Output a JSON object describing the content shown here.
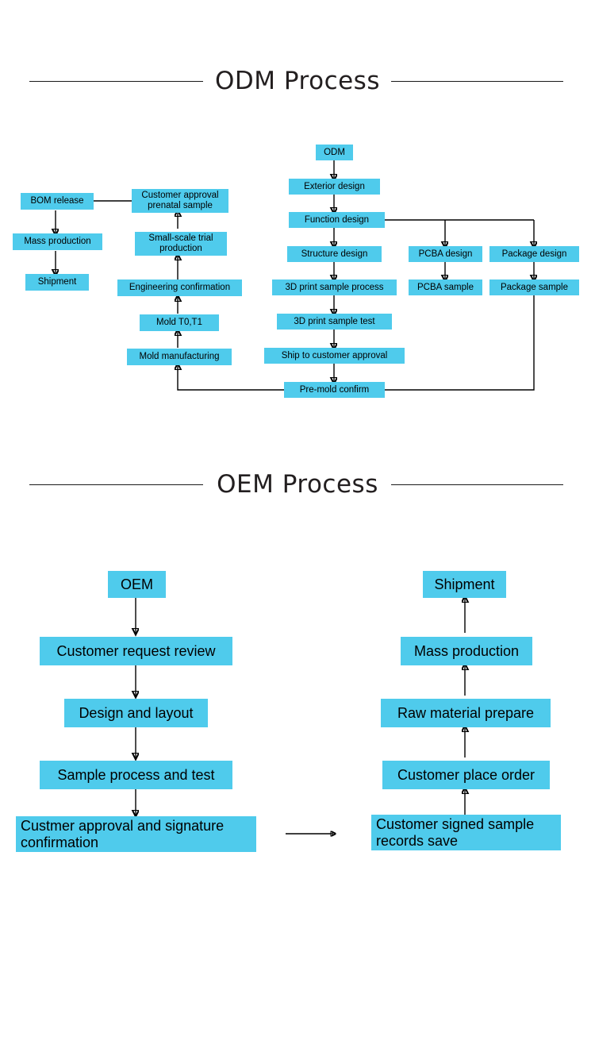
{
  "page": {
    "background": "#ffffff",
    "node_fill": "#4FCBEC",
    "line_color": "#000000"
  },
  "sections": [
    {
      "id": "odm",
      "title": "ODM Process"
    },
    {
      "id": "oem",
      "title": "OEM Process"
    }
  ],
  "odm": {
    "title": "ODM Process",
    "nodes": {
      "bom_release": "BOM release",
      "mass_production": "Mass production",
      "shipment": "Shipment",
      "customer_approval_prenatal_sample": "Customer approval\nprenatal sample",
      "small_scale_trial_production": "Small-scale trial\nproduction",
      "engineering_confirmation": "Engineering confirmation",
      "mold_t0_t1": "Mold T0,T1",
      "mold_manufacturing": "Mold manufacturing",
      "odm": "ODM",
      "exterior_design": "Exterior design",
      "function_design": "Function design",
      "structure_design": "Structure design",
      "print_sample_process": "3D print sample process",
      "print_sample_test": "3D print sample test",
      "ship_to_customer_approval": "Ship to customer approval",
      "pre_mold_confirm": "Pre-mold confirm",
      "pcba_design": "PCBA design",
      "pcba_sample": "PCBA sample",
      "package_design": "Package design",
      "package_sample": "Package sample"
    }
  },
  "oem": {
    "title": "OEM Process",
    "left_column": {
      "oem": "OEM",
      "customer_request_review": "Customer request review",
      "design_and_layout": "Design and layout",
      "sample_process_and_test": "Sample process and test",
      "customer_approval_signature": "Custmer approval and signature confirmation"
    },
    "right_column": {
      "customer_signed_sample_records": "Customer signed sample records save",
      "customer_place_order": "Customer place order",
      "raw_material_prepare": "Raw material prepare",
      "mass_production": "Mass production",
      "shipment": "Shipment"
    }
  },
  "chart_data": {
    "type": "diagram",
    "title": "ODM Process / OEM Process flowcharts",
    "diagrams": [
      {
        "name": "ODM Process",
        "nodes": [
          "ODM",
          "Exterior design",
          "Function design",
          "Structure design",
          "3D print sample process",
          "3D print sample test",
          "Ship to customer approval",
          "Pre-mold confirm",
          "PCBA design",
          "PCBA sample",
          "Package design",
          "Package sample",
          "Mold manufacturing",
          "Mold T0,T1",
          "Engineering confirmation",
          "Small-scale trial production",
          "Customer approval prenatal sample",
          "BOM release",
          "Mass production",
          "Shipment"
        ],
        "edges": [
          [
            "ODM",
            "Exterior design"
          ],
          [
            "Exterior design",
            "Function design"
          ],
          [
            "Function design",
            "Structure design"
          ],
          [
            "Function design",
            "PCBA design"
          ],
          [
            "Function design",
            "Package design"
          ],
          [
            "PCBA design",
            "PCBA sample"
          ],
          [
            "Package design",
            "Package sample"
          ],
          [
            "Structure design",
            "3D print sample process"
          ],
          [
            "3D print sample process",
            "3D print sample test"
          ],
          [
            "3D print sample test",
            "Ship to customer approval"
          ],
          [
            "Ship to customer approval",
            "Pre-mold confirm"
          ],
          [
            "Package sample",
            "Pre-mold confirm"
          ],
          [
            "Pre-mold confirm",
            "Mold manufacturing"
          ],
          [
            "Mold manufacturing",
            "Mold T0,T1"
          ],
          [
            "Mold T0,T1",
            "Engineering confirmation"
          ],
          [
            "Engineering confirmation",
            "Small-scale trial production"
          ],
          [
            "Small-scale trial production",
            "Customer approval prenatal sample"
          ],
          [
            "Customer approval prenatal sample",
            "BOM release"
          ],
          [
            "BOM release",
            "Mass production"
          ],
          [
            "Mass production",
            "Shipment"
          ]
        ]
      },
      {
        "name": "OEM Process",
        "nodes": [
          "OEM",
          "Customer request review",
          "Design and layout",
          "Sample process and test",
          "Custmer approval and signature confirmation",
          "Customer signed sample records save",
          "Customer place order",
          "Raw material prepare",
          "Mass production",
          "Shipment"
        ],
        "edges": [
          [
            "OEM",
            "Customer request review"
          ],
          [
            "Customer request review",
            "Design and layout"
          ],
          [
            "Design and layout",
            "Sample process and test"
          ],
          [
            "Sample process and test",
            "Custmer approval and signature confirmation"
          ],
          [
            "Custmer approval and signature confirmation",
            "Customer signed sample records save"
          ],
          [
            "Customer signed sample records save",
            "Customer place order"
          ],
          [
            "Customer place order",
            "Raw material prepare"
          ],
          [
            "Raw material prepare",
            "Mass production"
          ],
          [
            "Mass production",
            "Shipment"
          ]
        ]
      }
    ]
  }
}
